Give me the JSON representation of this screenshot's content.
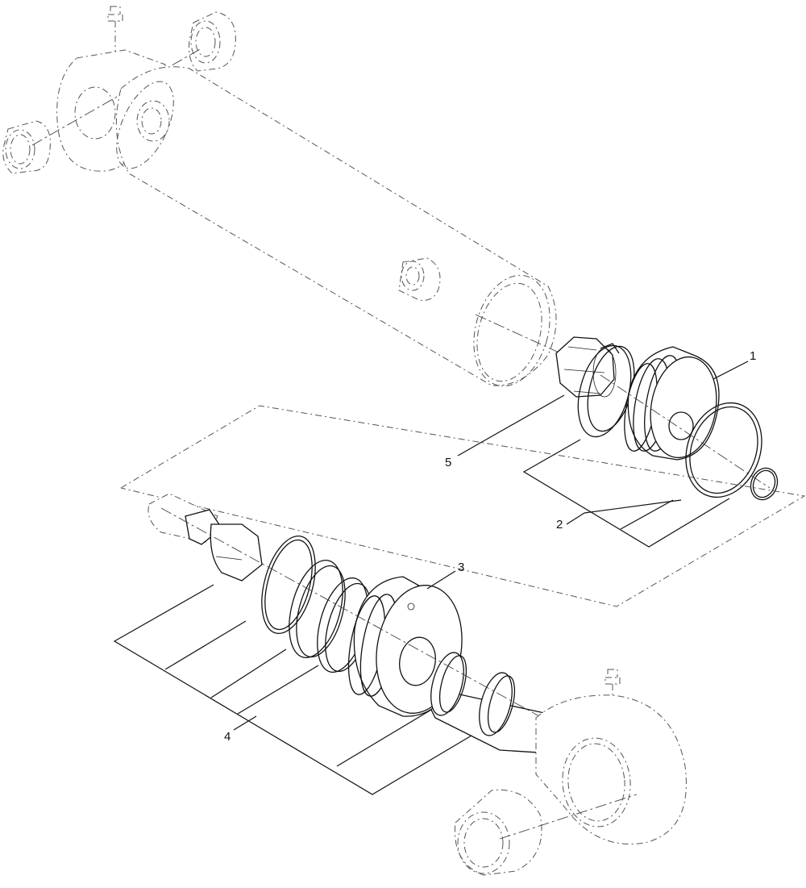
{
  "diagram": {
    "callouts": [
      {
        "id": "1",
        "label": "1"
      },
      {
        "id": "2",
        "label": "2"
      },
      {
        "id": "3",
        "label": "3"
      },
      {
        "id": "4",
        "label": "4"
      },
      {
        "id": "5",
        "label": "5"
      }
    ]
  },
  "colors": {
    "line": "#111111",
    "phantom": "#555555",
    "background": "#ffffff"
  }
}
